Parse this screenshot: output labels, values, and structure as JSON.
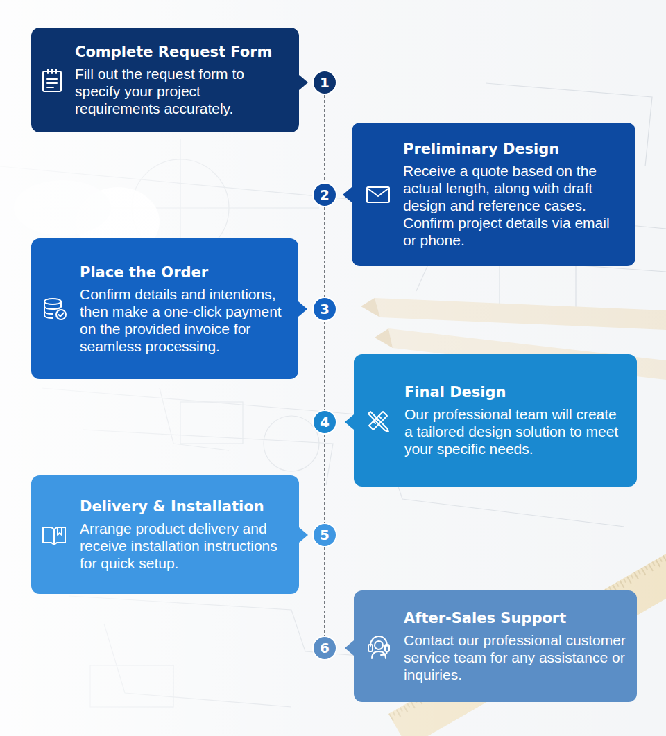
{
  "diagram": {
    "nodes": [
      {
        "text": [
          "Complete Request Form",
          "Fill out the request form to specify your project requirements accurately."
        ]
      },
      {
        "text": [
          "1"
        ]
      },
      {
        "text": [
          "Preliminary Design",
          "Receive a quote based on the actual length, along with draft design and reference cases. Confirm project details via email or phone."
        ]
      },
      {
        "text": [
          "2"
        ]
      },
      {
        "text": [
          "Place the Order",
          "Confirm details and intentions, then make a one-click payment on the provided invoice for seamless processing."
        ]
      },
      {
        "text": [
          "3"
        ]
      },
      {
        "text": [
          "Final Design",
          "Our professional team will create a tailored design solution to meet your specific needs."
        ]
      },
      {
        "text": [
          "4"
        ]
      },
      {
        "text": [
          "Delivery & Installation",
          "Arrange product delivery and receive installation instructions for quick setup."
        ]
      },
      {
        "text": [
          "5"
        ]
      },
      {
        "text": [
          "After-Sales Support",
          "Contact our professional customer service team for any assistance or inquiries."
        ]
      },
      {
        "text": [
          "6"
        ]
      }
    ],
    "edges": [
      {
        "from": 1,
        "to": 3,
        "arrow": "none"
      },
      {
        "from": 3,
        "to": 5,
        "arrow": "none"
      },
      {
        "from": 5,
        "to": 7,
        "arrow": "none"
      },
      {
        "from": 7,
        "to": 9,
        "arrow": "none"
      },
      {
        "from": 9,
        "to": 11,
        "arrow": "none"
      }
    ]
  }
}
